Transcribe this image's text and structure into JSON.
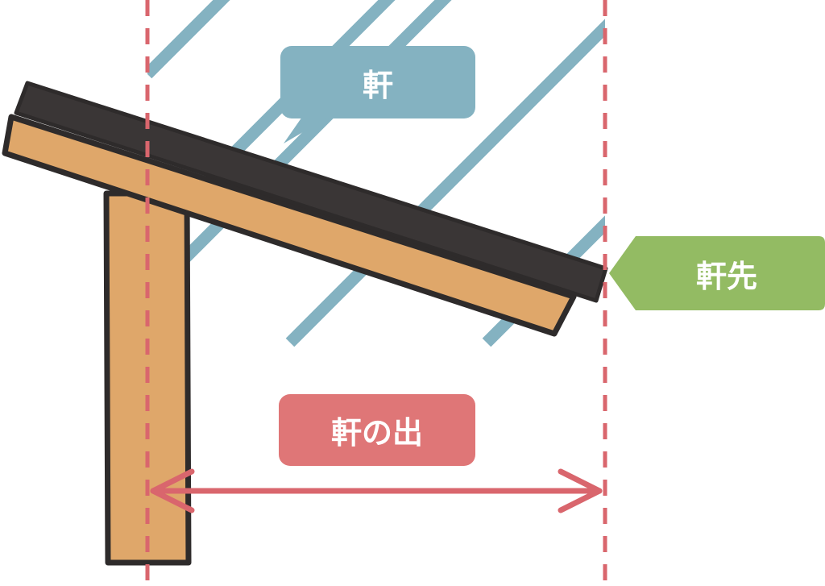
{
  "labels": {
    "eave": "軒",
    "eave_tip": "軒先",
    "eave_projection": "軒の出"
  },
  "colors": {
    "eave_label_bg": "#84b2c1",
    "eave_tip_label_bg": "#93bb63",
    "eave_projection_label_bg": "#df7677",
    "hatch": "#84b2c1",
    "roof": "#3a3636",
    "timber": "#dfa76a",
    "outline": "#2e2b2b",
    "guide_line": "#d9666d",
    "arrow": "#d9666d"
  }
}
